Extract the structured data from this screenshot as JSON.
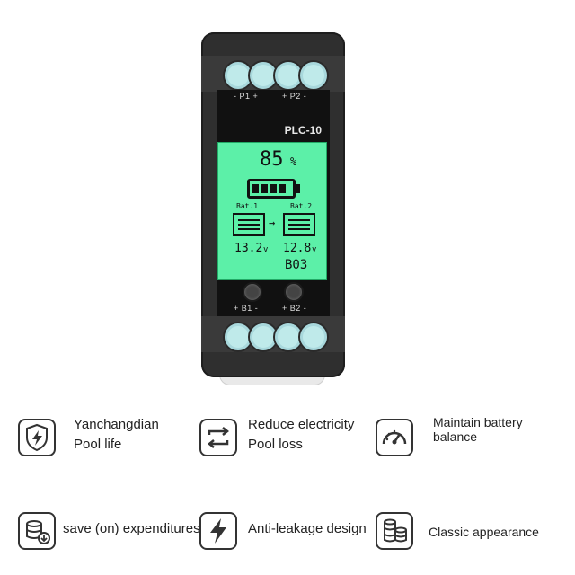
{
  "device": {
    "model": "PLC-10",
    "top_ports": [
      "- P1 +",
      "+ P2 -"
    ],
    "bottom_ports": [
      "+ B1 -",
      "+ B2 -"
    ],
    "display": {
      "percent_value": "85",
      "percent_unit": "%",
      "bat1_label": "Bat.1",
      "bat2_label": "Bat.2",
      "bat1_voltage": "13.2",
      "bat2_voltage": "12.8",
      "voltage_unit": "v",
      "code": "B03",
      "arrow": "→",
      "battery_level_bars": 4
    }
  },
  "features": [
    {
      "icon": "shield-bolt-icon",
      "line1": "Yanchangdian",
      "line2": "Pool life"
    },
    {
      "icon": "cycle-arrows-icon",
      "line1": "Reduce electricity",
      "line2": "Pool loss"
    },
    {
      "icon": "gauge-icon",
      "line1": "Maintain battery",
      "line2": "balance"
    },
    {
      "icon": "coins-down-icon",
      "line1": "save (on) expenditures"
    },
    {
      "icon": "lightning-icon",
      "line1": "Anti-leakage design"
    },
    {
      "icon": "cylinders-icon",
      "line1": "Classic appearance"
    }
  ]
}
